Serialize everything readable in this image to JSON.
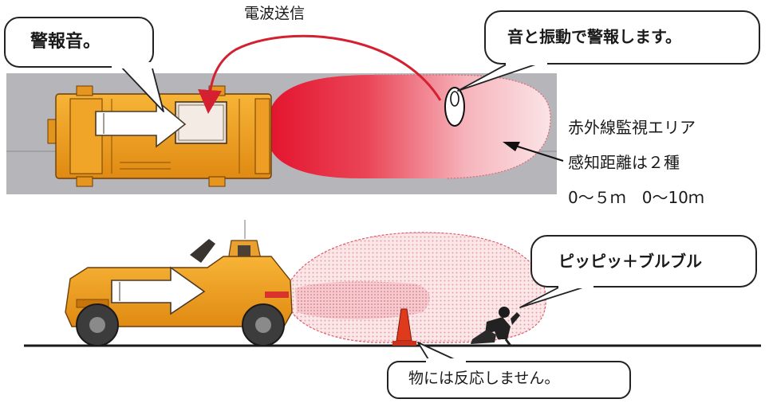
{
  "top_section": {
    "radio_label": "電波送信",
    "callout_alarm": "警報音。",
    "callout_vibration": "音と振動で警報します。",
    "area_title": "赤外線監視エリア",
    "distance_types": "感知距離は２種",
    "distance_ranges": "0～５ｍ　0～10ｍ"
  },
  "bottom_section": {
    "callout_sound": "ピッピッ＋ブルブル",
    "callout_no_reaction": "物には反応しません。"
  },
  "colors": {
    "vehicle_orange": "#f4a020",
    "zone_red": "#e8283c",
    "zone_pink": "#f4c8cc",
    "panel_gray": "#b4b4b8"
  }
}
